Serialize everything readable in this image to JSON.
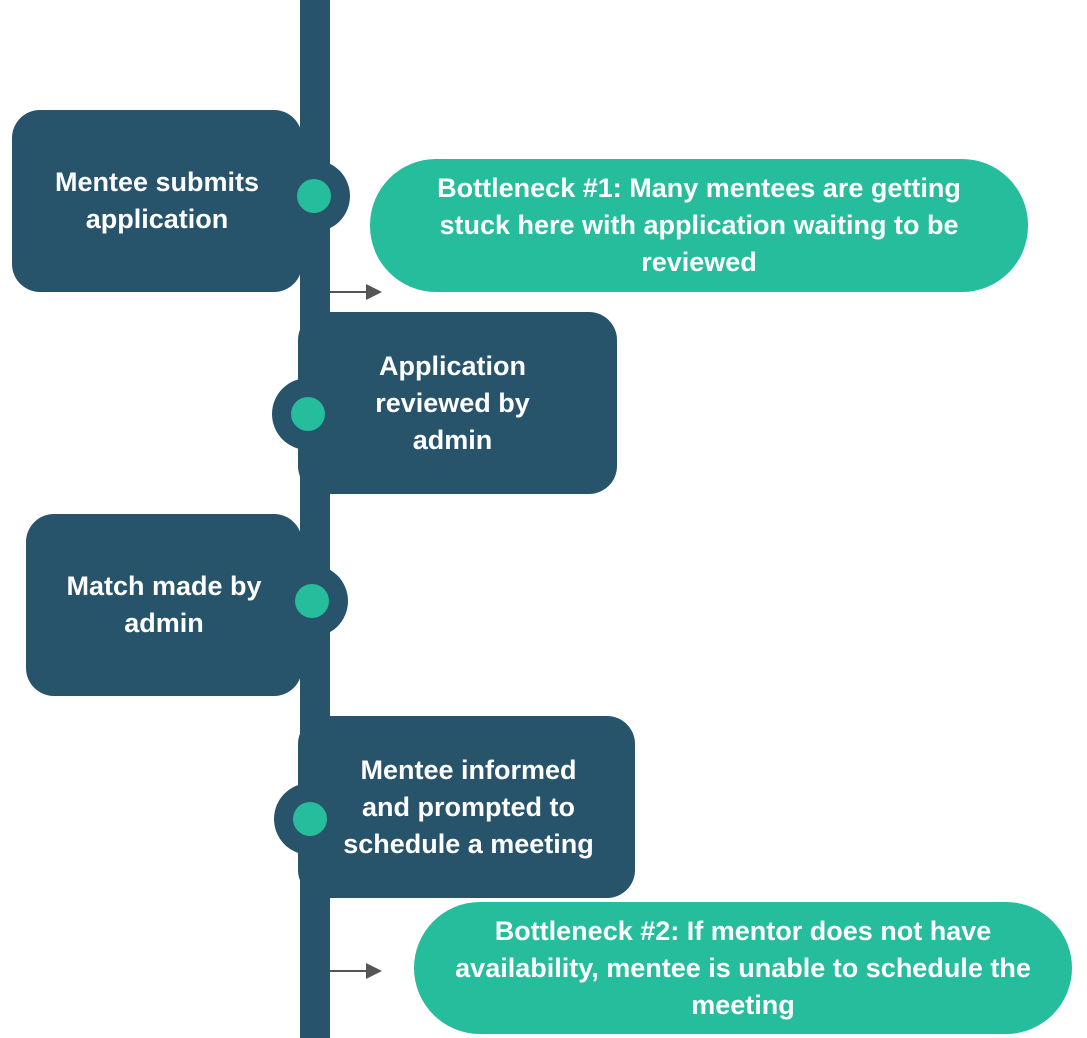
{
  "colors": {
    "spine": "#27536b",
    "step_fill": "#27536b",
    "dot": "#26bd9c",
    "bottleneck_fill": "#26bd9c",
    "arrow": "#555555",
    "text": "#ffffff"
  },
  "steps": [
    {
      "label": "Mentee submits application"
    },
    {
      "label": "Application reviewed by admin"
    },
    {
      "label": "Match made by admin"
    },
    {
      "label": "Mentee informed and prompted to schedule a meeting"
    }
  ],
  "bottlenecks": [
    {
      "label": "Bottleneck #1: Many mentees are getting stuck here with application waiting to be reviewed"
    },
    {
      "label": "Bottleneck #2: If mentor does not have availability, mentee is unable to schedule the meeting"
    }
  ]
}
